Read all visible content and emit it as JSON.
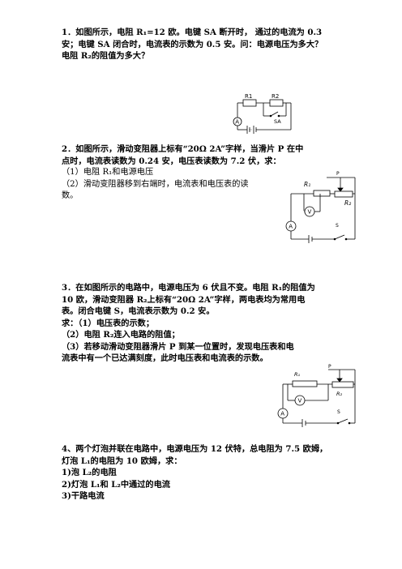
{
  "q1": {
    "lines": [
      "1．如图所示，电阻 R₁=12 欧。电键 SA 断开时，  通过的电流为 0.3",
      "安；电键 SA 闭合时，电流表的示数为  0.5 安。问：电源电压为多大？",
      "电阻 R₂的阻值为多大？"
    ],
    "fig": {
      "r1": "R1",
      "r2": "R2",
      "switch": "SA",
      "ammeter": "A"
    }
  },
  "q2": {
    "lines": [
      "2．如图所示，滑动变阻器上标有“20Ω  2A”字样，当滑片 P 在中",
      "点时，电流表读数为 0.24 安，电压表读数为 7.2 伏，求：",
      "（1）电阻 R₁和电源电压",
      "（2）滑动变阻器移到右端时，电流表和电压表的读",
      "数。"
    ],
    "fig": {
      "p": "P",
      "r1": "R₁",
      "r2": "R₂",
      "voltmeter": "V",
      "ammeter": "A",
      "switch": "S"
    }
  },
  "q3": {
    "lines": [
      "3．在如图所示的电路中，电源电压为 6 伏且不变。电阻 R₁的阻值为",
      "10 欧，滑动变阻器 R₂上标有“20Ω  2A”字样，两电表均为常用电",
      "表。闭合电键 S，电流表示数为 0.2 安。",
      "求：（1）电压表的示数；",
      "    （2）电阻 R₂连入电路的阻值；",
      "    （3）若移动滑动变阻器滑片  P  到某一位置时，发现电压表和电",
      "流表中有一个已达满刻度，此时电压表和电流表的示数。"
    ],
    "fig": {
      "p": "P",
      "r1": "R₁",
      "r2": "R₂",
      "voltmeter": "V",
      "ammeter": "A",
      "switch": "S"
    }
  },
  "q4": {
    "lines": [
      "4、两个灯泡并联在电路中，电源电压为 12 伏特，总电阻为 7.5 欧姆，",
      "灯泡 L₁的电阻为 10 欧姆，求：",
      "    1)泡 L₂的电阻",
      "    2)灯泡 L₁和 L₂中通过的电流",
      "    3)干路电流"
    ]
  }
}
